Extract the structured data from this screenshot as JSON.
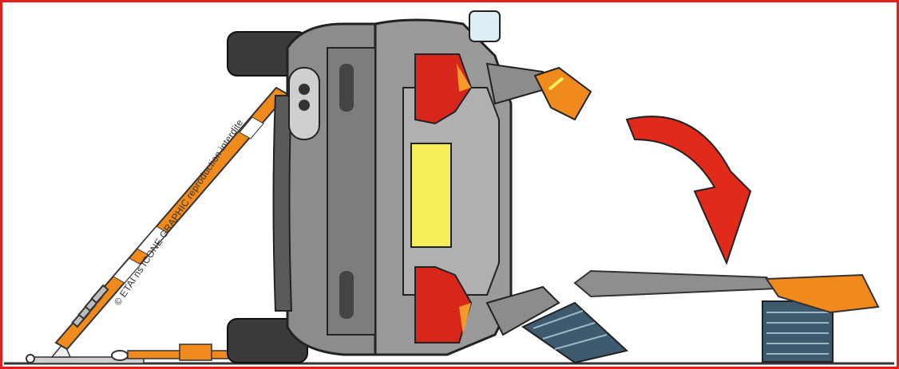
{
  "illustration": {
    "watermark": "© ETAI ns ICONE GRAPHIC reproduction interdite",
    "colors": {
      "frame": "#e0201c",
      "car_body": "#9a9a9a",
      "car_dark": "#5a5a5a",
      "tire": "#3a3a3a",
      "strap": "#f08a1c",
      "arrow": "#e22a1a",
      "plate": "#f6ef5a",
      "stand": "#3d5a6e",
      "taillight": "#d9261c"
    },
    "icons": [
      "car-on-side",
      "tow-strap-pole",
      "rotation-arrow",
      "support-stands",
      "ground-anchor"
    ]
  }
}
